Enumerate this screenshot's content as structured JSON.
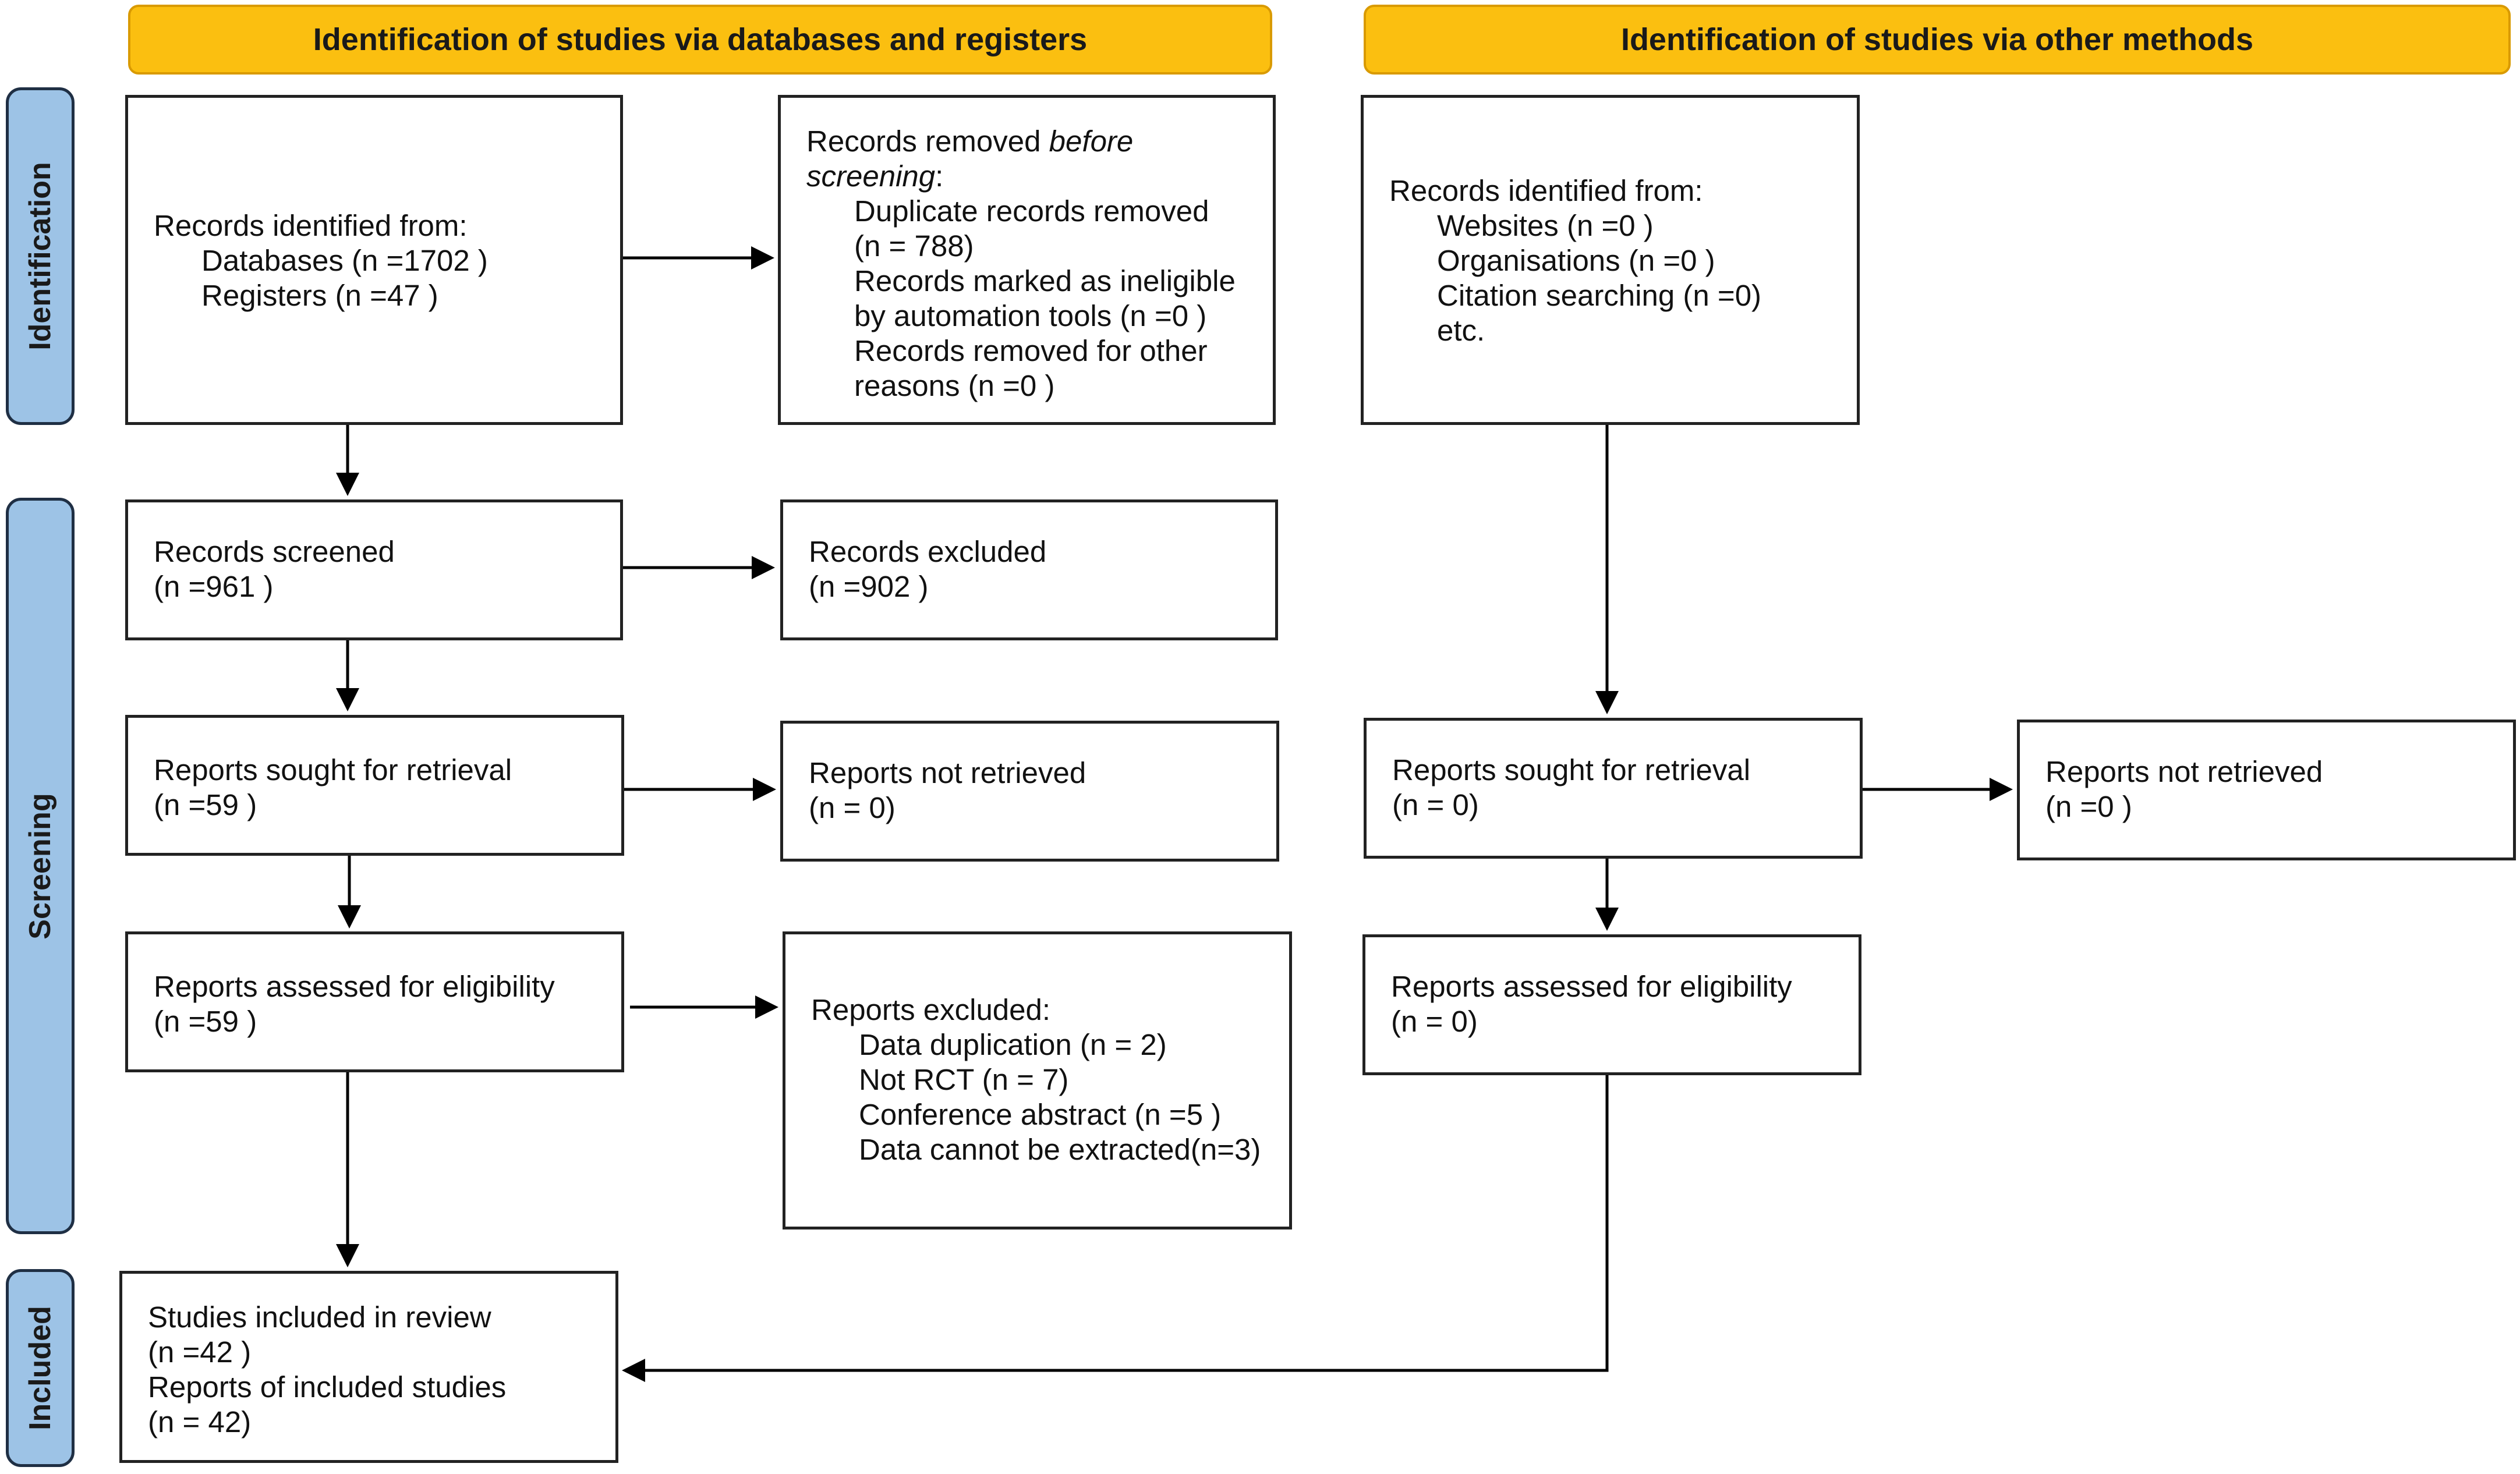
{
  "headers": {
    "left": "Identification of studies via databases and registers",
    "right": "Identification of studies via other methods"
  },
  "phases": {
    "identification": "Identification",
    "screening": "Screening",
    "included": "Included"
  },
  "db": {
    "records_identified": {
      "title": "Records identified from:",
      "databases": "Databases (n =1702 )",
      "registers": "Registers (n =47 )"
    },
    "records_removed": {
      "title_prefix": "Records removed ",
      "title_emph_1": "before",
      "title_emph_2": "screening",
      "title_suffix": ":",
      "duplicates_1": "Duplicate records removed",
      "duplicates_2": "(n = 788)",
      "ineligible_1": "Records marked as ineligible",
      "ineligible_2": "by automation tools (n =0 )",
      "other_1": "Records removed for other",
      "other_2": "reasons (n =0 )"
    },
    "records_screened": {
      "title": "Records screened",
      "count": "(n =961 )"
    },
    "records_excluded": {
      "title": "Records excluded",
      "count": "(n =902 )"
    },
    "reports_sought": {
      "title": "Reports sought for retrieval",
      "count": "(n =59 )"
    },
    "reports_not_retrieved": {
      "title": "Reports not retrieved",
      "count": "(n = 0)"
    },
    "reports_assessed": {
      "title": "Reports assessed for eligibility",
      "count": "(n =59 )"
    },
    "reports_excluded": {
      "title": "Reports excluded:",
      "r1": "Data duplication (n = 2)",
      "r2": "Not RCT (n = 7)",
      "r3": "Conference abstract (n =5 )",
      "r4": "Data cannot be extracted(n=3)"
    },
    "included": {
      "studies_title": "Studies included in review",
      "studies_count": "(n =42 )",
      "reports_title": "Reports of included studies",
      "reports_count": "(n = 42)"
    }
  },
  "other": {
    "records_identified": {
      "title": "Records identified from:",
      "websites": "Websites (n =0 )",
      "organisations": "Organisations (n =0 )",
      "citation": "Citation searching (n =0)",
      "etc": "etc."
    },
    "reports_sought": {
      "title": "Reports sought for retrieval",
      "count": "(n = 0)"
    },
    "reports_not_retrieved": {
      "title": "Reports not retrieved",
      "count": "(n =0 )"
    },
    "reports_assessed": {
      "title": "Reports assessed for eligibility",
      "count": "(n = 0)"
    }
  },
  "colors": {
    "header_fill": "#fbbf10",
    "phase_fill": "#9dc3e6",
    "line": "#000000"
  }
}
